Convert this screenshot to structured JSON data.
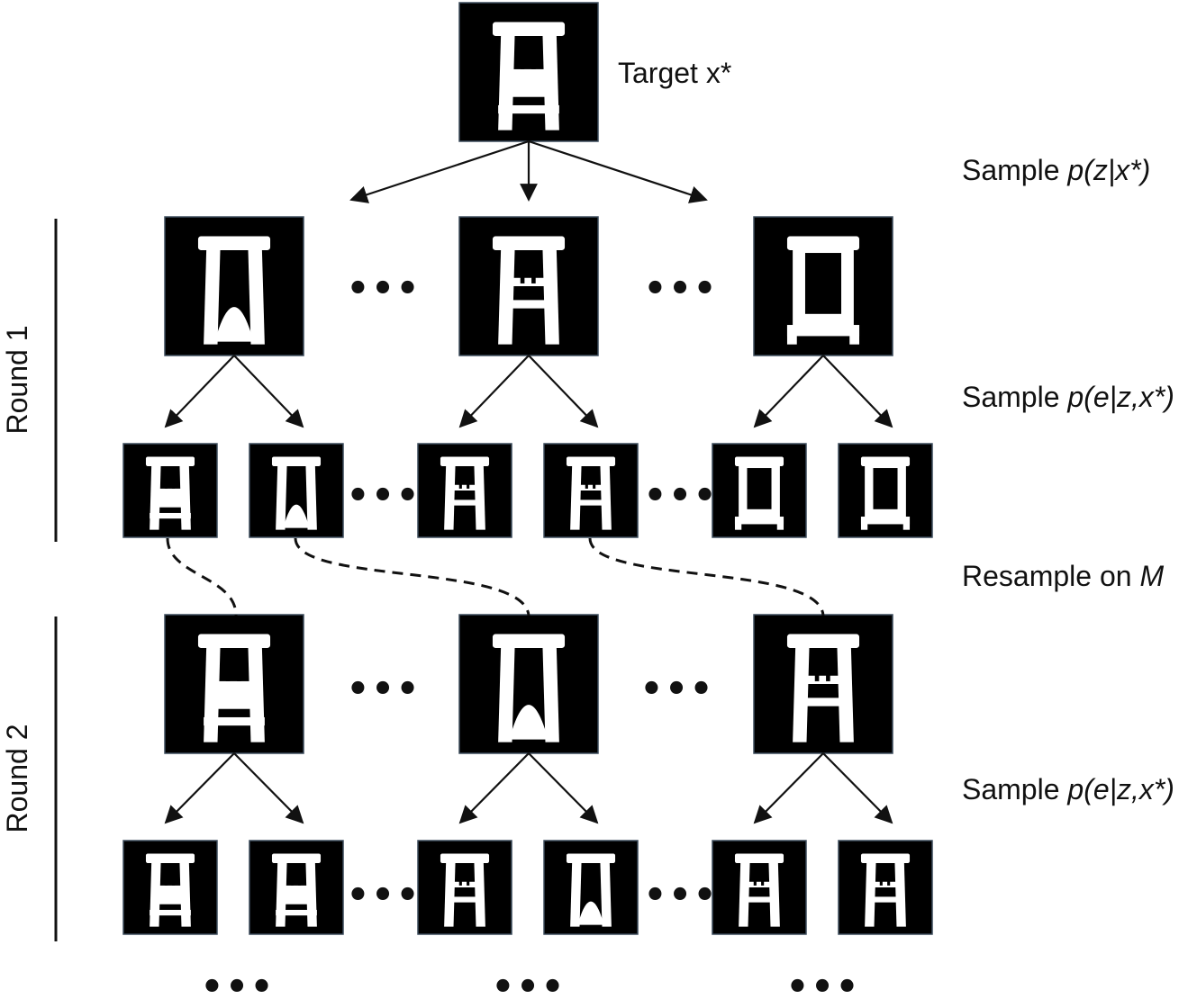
{
  "target_label": "Target x*",
  "step_labels": {
    "sample_z": {
      "prefix": "Sample ",
      "expr": "p(z|x*)"
    },
    "sample_e_round1": {
      "prefix": "Sample ",
      "expr": "p(e|z,x*)"
    },
    "resample": {
      "prefix": "Resample on ",
      "expr": "M"
    },
    "sample_e_round2": {
      "prefix": "Sample ",
      "expr": "p(e|z,x*)"
    }
  },
  "rounds": [
    "Round 1",
    "Round 2"
  ],
  "ellipsis": "•••",
  "colors": {
    "tile_bg": "#000000",
    "shape": "#ffffff",
    "ink": "#111111"
  }
}
